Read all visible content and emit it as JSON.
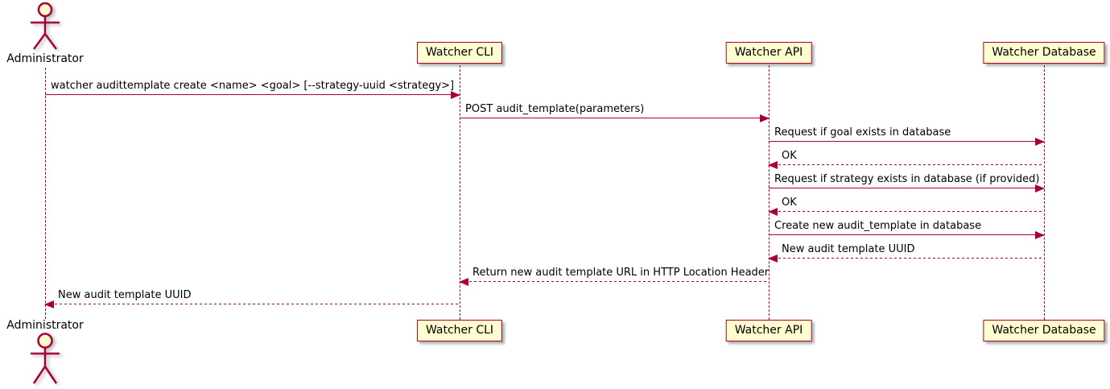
{
  "diagram": {
    "type": "sequence-diagram",
    "participants": [
      {
        "name": "Administrator",
        "kind": "actor"
      },
      {
        "name": "Watcher CLI",
        "kind": "participant"
      },
      {
        "name": "Watcher API",
        "kind": "participant"
      },
      {
        "name": "Watcher Database",
        "kind": "participant"
      }
    ],
    "messages": [
      {
        "from": "Administrator",
        "to": "Watcher CLI",
        "style": "solid",
        "label": "watcher audittemplate create <name> <goal> [--strategy-uuid <strategy>]"
      },
      {
        "from": "Watcher CLI",
        "to": "Watcher API",
        "style": "solid",
        "label": "POST audit_template(parameters)"
      },
      {
        "from": "Watcher API",
        "to": "Watcher Database",
        "style": "solid",
        "label": "Request if goal exists in database"
      },
      {
        "from": "Watcher Database",
        "to": "Watcher API",
        "style": "dashed",
        "label": "OK"
      },
      {
        "from": "Watcher API",
        "to": "Watcher Database",
        "style": "solid",
        "label": "Request if strategy exists in database (if provided)"
      },
      {
        "from": "Watcher Database",
        "to": "Watcher API",
        "style": "dashed",
        "label": "OK"
      },
      {
        "from": "Watcher API",
        "to": "Watcher Database",
        "style": "solid",
        "label": "Create new audit_template in database"
      },
      {
        "from": "Watcher Database",
        "to": "Watcher API",
        "style": "dashed",
        "label": "New audit template UUID"
      },
      {
        "from": "Watcher API",
        "to": "Watcher CLI",
        "style": "dashed",
        "label": "Return new audit template URL in HTTP Location Header"
      },
      {
        "from": "Watcher CLI",
        "to": "Administrator",
        "style": "dashed",
        "label": "New audit template UUID"
      }
    ],
    "colors": {
      "participant_fill": "#FEFECE",
      "border": "#A80036",
      "line": "#A80036",
      "text": "#000000",
      "background": "#FFFFFF"
    }
  }
}
